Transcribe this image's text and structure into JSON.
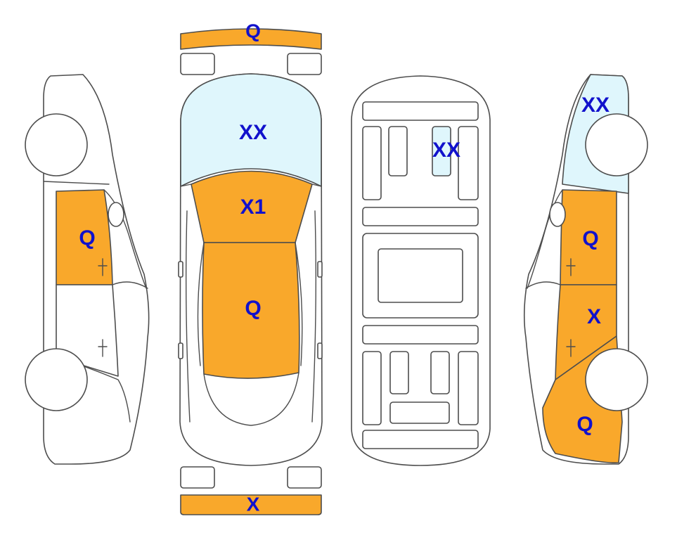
{
  "colors": {
    "damage_orange": "#f9a82b",
    "glass_blue": "#dff6fc",
    "panel_white": "#ffffff",
    "outline": "#4d4d4d",
    "code_text": "#1111cc"
  },
  "views": {
    "left_side": {
      "front_door": "Q"
    },
    "top": {
      "front_bumper": "Q",
      "windshield": "XX",
      "hood": "X1",
      "roof": "Q",
      "rear_bumper": "X"
    },
    "bottom": {
      "underbody_panel": "XX"
    },
    "right_side": {
      "front_glass": "XX",
      "front_door": "Q",
      "rear_door": "X",
      "rear_quarter": "Q"
    }
  }
}
